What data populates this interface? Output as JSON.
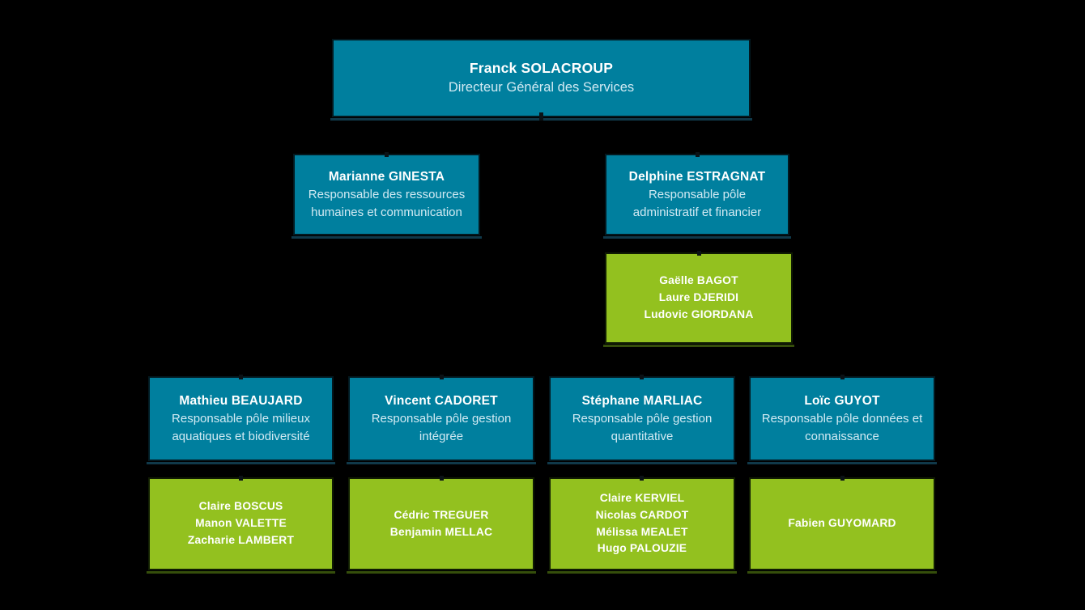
{
  "page": {
    "background_color": "#000000",
    "title": "Organigramme - Direction Générale des Services"
  },
  "colors": {
    "manager_box": "#007f9e",
    "team_box": "#93c11f",
    "name_text": "#ffffff",
    "role_text": "#d2eaf3"
  },
  "org_chart": {
    "dgs": {
      "name": "Franck SOLACROUP",
      "role": "Directeur Général des Services"
    },
    "rh": {
      "name": "Marianne GINESTA",
      "role_lines": [
        "Responsable des ressources",
        "humaines et communication"
      ]
    },
    "admin": {
      "name": "Delphine ESTRAGNAT",
      "role_lines": [
        "Responsable pôle",
        "administratif et financier"
      ]
    },
    "admin_team": {
      "members": [
        "Gaëlle BAGOT",
        "Laure DJERIDI",
        "Ludovic GIORDANA"
      ]
    },
    "milieux": {
      "name": "Mathieu BEAUJARD",
      "role_lines": [
        "Responsable pôle milieux",
        "aquatiques et biodiversité"
      ]
    },
    "milieux_team": {
      "members": [
        "Claire BOSCUS",
        "Manon VALETTE",
        "Zacharie LAMBERT"
      ]
    },
    "gestion_integree": {
      "name": "Vincent CADORET",
      "role_lines": [
        "Responsable pôle gestion",
        "intégrée"
      ]
    },
    "gestion_integree_team": {
      "members": [
        "Cédric TREGUER",
        "Benjamin MELLAC"
      ]
    },
    "gestion_quantitative": {
      "name": "Stéphane MARLIAC",
      "role_lines": [
        "Responsable pôle gestion",
        "quantitative"
      ]
    },
    "gestion_quantitative_team": {
      "members": [
        "Claire KERVIEL",
        "Nicolas CARDOT",
        "Mélissa MEALET",
        "Hugo PALOUZIE"
      ]
    },
    "donnees": {
      "name": "Loïc GUYOT",
      "role_lines": [
        "Responsable pôle données et",
        "connaissance"
      ]
    },
    "donnees_team": {
      "members": [
        "Fabien GUYOMARD"
      ]
    }
  }
}
